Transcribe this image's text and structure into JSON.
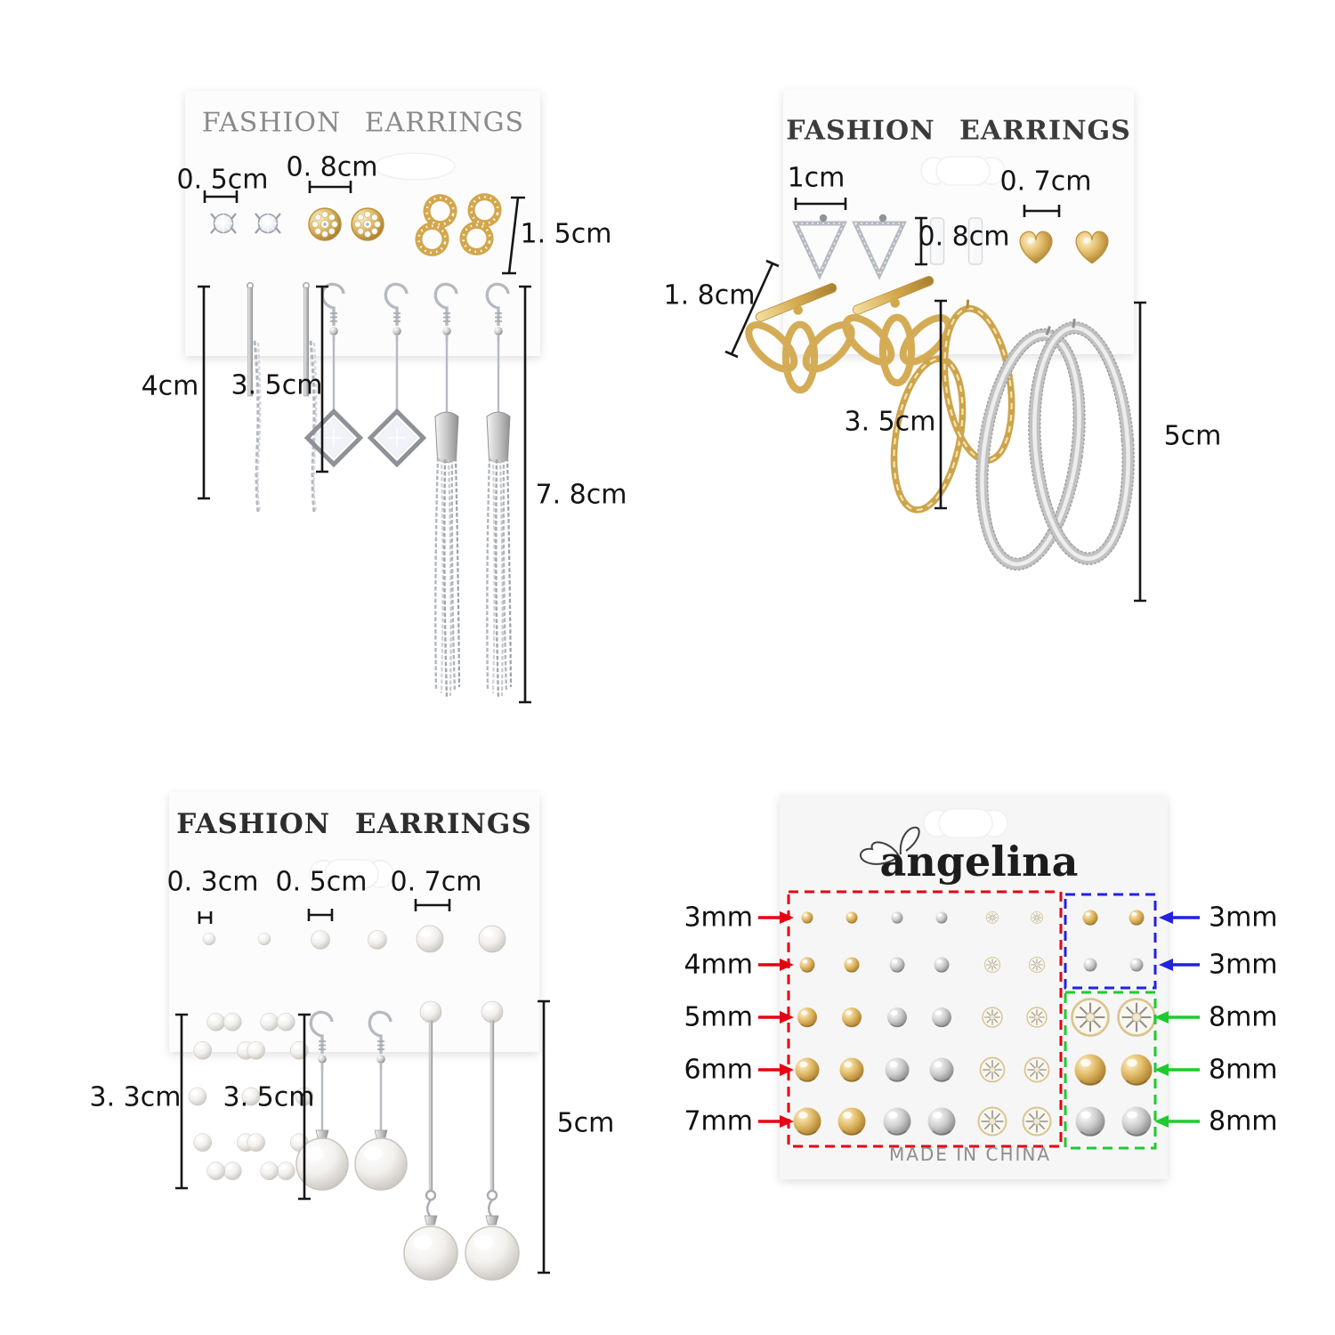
{
  "page": {
    "background_color": "#ffffff"
  },
  "cards": {
    "top_left": {
      "title": "FASHION EARRINGS",
      "measurements": {
        "stud_small": "0. 5cm",
        "stud_round": "0. 8cm",
        "stud_infinity_height": "1. 5cm",
        "bar_chain_length": "4cm",
        "cube_drop_length": "3. 5cm",
        "tassel_length": "7. 8cm"
      }
    },
    "top_right": {
      "title": "FASHION EARRINGS",
      "measurements": {
        "triangle_width": "1cm",
        "bar_height": "0. 8cm",
        "heart_width": "0. 7cm",
        "lotus_height": "1. 8cm",
        "gold_hoop_diameter": "3. 5cm",
        "silver_hoop_diameter": "5cm"
      }
    },
    "bottom_left": {
      "title": "FASHION EARRINGS",
      "measurements": {
        "pearl_small": "0. 3cm",
        "pearl_medium": "0. 5cm",
        "pearl_large": "0. 7cm",
        "pearl_hoop": "3. 3cm",
        "pearl_drop": "3. 5cm",
        "pearl_stick_drop": "5cm"
      }
    },
    "bottom_right": {
      "brand": "angelina",
      "made_in": "MADE IN CHINA",
      "row_labels": [
        "3mm",
        "4mm",
        "5mm",
        "6mm",
        "7mm"
      ],
      "blue_labels": [
        "3mm",
        "3mm"
      ],
      "green_labels": [
        "8mm",
        "8mm",
        "8mm"
      ],
      "annotation_colors": {
        "red": "#e60012",
        "blue": "#2222dd",
        "green": "#1ecb2e"
      }
    }
  }
}
